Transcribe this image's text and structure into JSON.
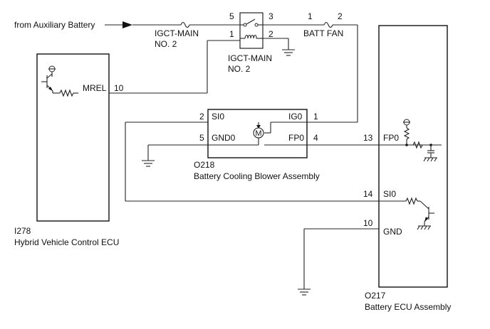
{
  "source_label": "from Auxiliary Battery",
  "fuse1": {
    "name": "IGCT-MAIN",
    "sub": "NO. 2"
  },
  "relay": {
    "name": "IGCT-MAIN",
    "sub": "NO. 2",
    "pins": [
      "5",
      "3",
      "1",
      "2"
    ]
  },
  "fuse2": {
    "name": "BATT FAN",
    "pins": [
      "1",
      "2"
    ]
  },
  "ecu_hv": {
    "code": "I278",
    "name": "Hybrid Vehicle Control ECU",
    "pin": "10",
    "signal": "MREL"
  },
  "blower": {
    "code": "O218",
    "name": "Battery Cooling Blower Assembly",
    "motor": "M",
    "pins": [
      {
        "num": "2",
        "label": "SI0"
      },
      {
        "num": "1",
        "label": "IG0"
      },
      {
        "num": "5",
        "label": "GND0"
      },
      {
        "num": "4",
        "label": "FP0"
      }
    ]
  },
  "ecu_batt": {
    "code": "O217",
    "name": "Battery ECU Assembly",
    "pins": [
      {
        "num": "13",
        "label": "FP0"
      },
      {
        "num": "14",
        "label": "SI0"
      },
      {
        "num": "10",
        "label": "GND"
      }
    ]
  }
}
